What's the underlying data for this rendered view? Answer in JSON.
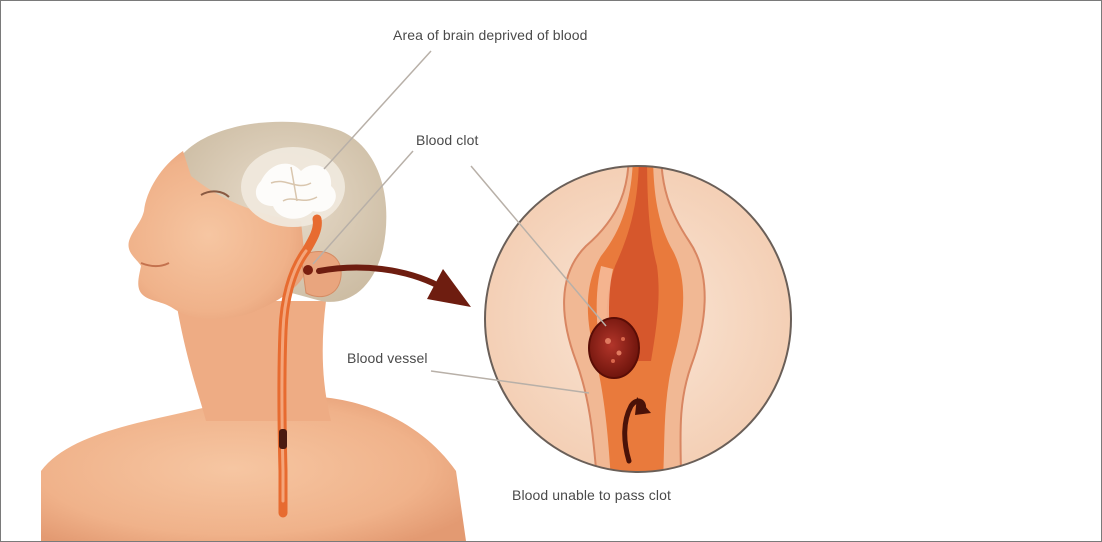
{
  "labels": {
    "area_deprived": "Area of brain deprived of blood",
    "blood_clot": "Blood clot",
    "blood_vessel": "Blood vessel",
    "unable_to_pass": "Blood unable to pass clot"
  },
  "colors": {
    "skin": "#f2b890",
    "skin_shadow": "#e29a72",
    "brain": "#d8c9b4",
    "vessel": "#e86a2c",
    "vessel_dark": "#9b2a12",
    "clot": "#8a1a10",
    "inset_bg": "#f7d9c4",
    "leader": "#b8b0a8",
    "arrow": "#6e1d10"
  }
}
